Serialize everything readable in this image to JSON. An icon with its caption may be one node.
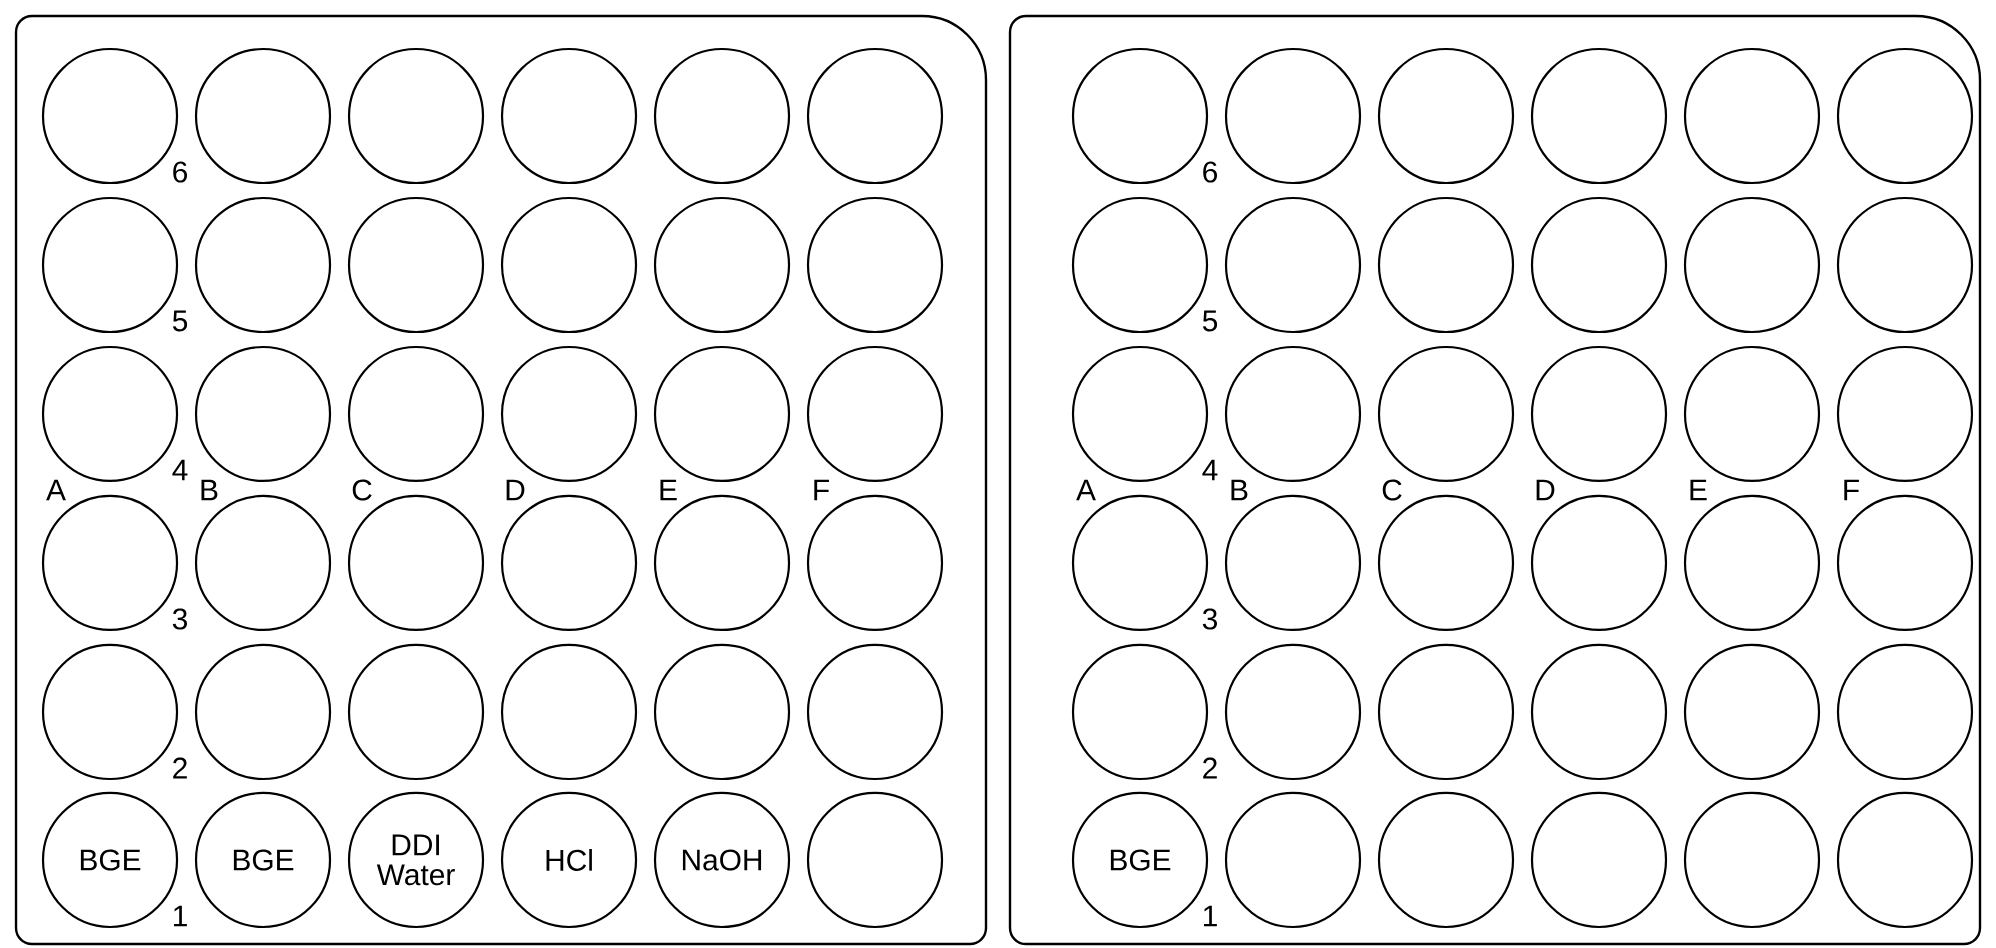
{
  "diagram": {
    "nodes": [
      {
        "text": [],
        "shape": "box"
      },
      {
        "text": [],
        "shape": "circle",
        "in": 0
      },
      {
        "text": [],
        "shape": "circle",
        "in": 0
      },
      {
        "text": [],
        "shape": "circle",
        "in": 0
      },
      {
        "text": [],
        "shape": "circle",
        "in": 0
      },
      {
        "text": [],
        "shape": "circle",
        "in": 0
      },
      {
        "text": [],
        "shape": "circle",
        "in": 0
      },
      {
        "text": [],
        "shape": "circle",
        "in": 0
      },
      {
        "text": [],
        "shape": "circle",
        "in": 0
      },
      {
        "text": [],
        "shape": "circle",
        "in": 0
      },
      {
        "text": [],
        "shape": "circle",
        "in": 0
      },
      {
        "text": [],
        "shape": "circle",
        "in": 0
      },
      {
        "text": [],
        "shape": "circle",
        "in": 0
      },
      {
        "text": [],
        "shape": "circle",
        "in": 0
      },
      {
        "text": [],
        "shape": "circle",
        "in": 0
      },
      {
        "text": [],
        "shape": "circle",
        "in": 0
      },
      {
        "text": [],
        "shape": "circle",
        "in": 0
      },
      {
        "text": [],
        "shape": "circle",
        "in": 0
      },
      {
        "text": [],
        "shape": "circle",
        "in": 0
      },
      {
        "text": [],
        "shape": "circle",
        "in": 0
      },
      {
        "text": [],
        "shape": "circle",
        "in": 0
      },
      {
        "text": [],
        "shape": "circle",
        "in": 0
      },
      {
        "text": [],
        "shape": "circle",
        "in": 0
      },
      {
        "text": [],
        "shape": "circle",
        "in": 0
      },
      {
        "text": [],
        "shape": "circle",
        "in": 0
      },
      {
        "text": [],
        "shape": "circle",
        "in": 0
      },
      {
        "text": [],
        "shape": "circle",
        "in": 0
      },
      {
        "text": [],
        "shape": "circle",
        "in": 0
      },
      {
        "text": [],
        "shape": "circle",
        "in": 0
      },
      {
        "text": [],
        "shape": "circle",
        "in": 0
      },
      {
        "text": [],
        "shape": "circle",
        "in": 0
      },
      {
        "text": [
          "BGE"
        ],
        "in": 0
      },
      {
        "text": [
          "BGE"
        ],
        "in": 0
      },
      {
        "text": [
          "DDI Water"
        ],
        "in": 0
      },
      {
        "text": [
          "HCl"
        ],
        "in": 0
      },
      {
        "text": [
          "NaOH"
        ],
        "in": 0
      },
      {
        "text": [],
        "shape": "circle",
        "in": 0
      },
      {
        "text": [],
        "shape": "box"
      },
      {
        "text": [],
        "shape": "circle",
        "in": 37
      },
      {
        "text": [],
        "shape": "circle",
        "in": 37
      },
      {
        "text": [],
        "shape": "circle",
        "in": 37
      },
      {
        "text": [],
        "shape": "circle",
        "in": 37
      },
      {
        "text": [],
        "shape": "circle",
        "in": 37
      },
      {
        "text": [],
        "shape": "circle",
        "in": 37
      },
      {
        "text": [],
        "shape": "circle",
        "in": 37
      },
      {
        "text": [],
        "shape": "circle",
        "in": 37
      },
      {
        "text": [],
        "shape": "circle",
        "in": 37
      },
      {
        "text": [],
        "shape": "circle",
        "in": 37
      },
      {
        "text": [],
        "shape": "circle",
        "in": 37
      },
      {
        "text": [],
        "shape": "circle",
        "in": 37
      },
      {
        "text": [],
        "shape": "circle",
        "in": 37
      },
      {
        "text": [],
        "shape": "circle",
        "in": 37
      },
      {
        "text": [],
        "shape": "circle",
        "in": 37
      },
      {
        "text": [],
        "shape": "circle",
        "in": 37
      },
      {
        "text": [],
        "shape": "circle",
        "in": 37
      },
      {
        "text": [],
        "shape": "circle",
        "in": 37
      },
      {
        "text": [],
        "shape": "circle",
        "in": 37
      },
      {
        "text": [],
        "shape": "circle",
        "in": 37
      },
      {
        "text": [],
        "shape": "circle",
        "in": 37
      },
      {
        "text": [],
        "shape": "circle",
        "in": 37
      },
      {
        "text": [],
        "shape": "circle",
        "in": 37
      },
      {
        "text": [],
        "shape": "circle",
        "in": 37
      },
      {
        "text": [],
        "shape": "circle",
        "in": 37
      },
      {
        "text": [],
        "shape": "circle",
        "in": 37
      },
      {
        "text": [],
        "shape": "circle",
        "in": 37
      },
      {
        "text": [],
        "shape": "circle",
        "in": 37
      },
      {
        "text": [],
        "shape": "circle",
        "in": 37
      },
      {
        "text": [],
        "shape": "circle",
        "in": 37
      },
      {
        "text": [
          "BGE"
        ],
        "in": 37
      },
      {
        "text": [],
        "shape": "circle",
        "in": 37
      },
      {
        "text": [],
        "shape": "circle",
        "in": 37
      },
      {
        "text": [],
        "shape": "circle",
        "in": 37
      },
      {
        "text": [],
        "shape": "circle",
        "in": 37
      },
      {
        "text": [],
        "shape": "circle",
        "in": 37
      }
    ],
    "labels": [
      "6",
      "5",
      "A",
      "4",
      "B",
      "C",
      "D",
      "E",
      "F",
      "3",
      "2",
      "1",
      "6",
      "5",
      "A",
      "4",
      "B",
      "C",
      "D",
      "E",
      "F",
      "3",
      "2",
      "1"
    ]
  }
}
